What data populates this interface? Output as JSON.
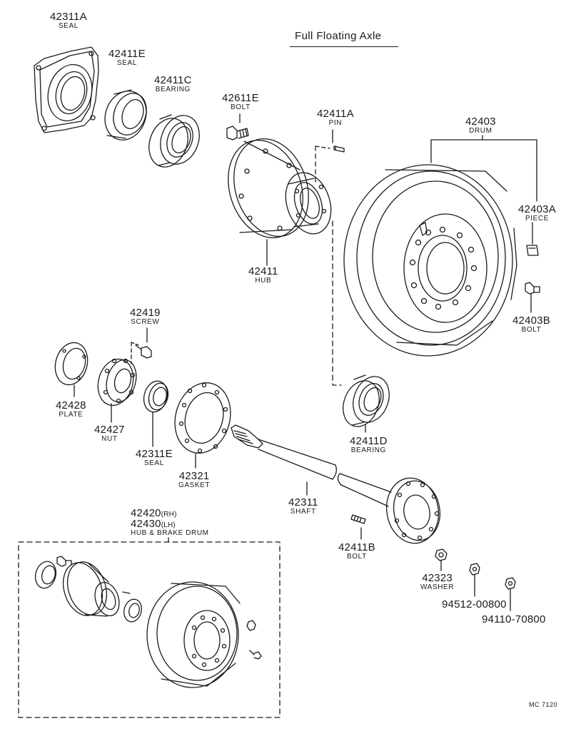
{
  "title": "Full Floating Axle",
  "code": "MC 7120",
  "parts": {
    "p42311A": {
      "num": "42311A",
      "name": "SEAL"
    },
    "p42411E": {
      "num": "42411E",
      "name": "SEAL"
    },
    "p42411C": {
      "num": "42411C",
      "name": "BEARING"
    },
    "p42611E": {
      "num": "42611E",
      "name": "BOLT"
    },
    "p42411A": {
      "num": "42411A",
      "name": "PIN"
    },
    "p42403": {
      "num": "42403",
      "name": "DRUM"
    },
    "p42403A": {
      "num": "42403A",
      "name": "PIECE"
    },
    "p42411": {
      "num": "42411",
      "name": "HUB"
    },
    "p42403B": {
      "num": "42403B",
      "name": "BOLT"
    },
    "p42419": {
      "num": "42419",
      "name": "SCREW"
    },
    "p42428": {
      "num": "42428",
      "name": "PLATE"
    },
    "p42427": {
      "num": "42427",
      "name": "NUT"
    },
    "p42311E": {
      "num": "42311E",
      "name": "SEAL"
    },
    "p42321": {
      "num": "42321",
      "name": "GASKET"
    },
    "p42411D": {
      "num": "42411D",
      "name": "BEARING"
    },
    "p42311": {
      "num": "42311",
      "name": "SHAFT"
    },
    "p42411B": {
      "num": "42411B",
      "name": "BOLT"
    },
    "p42323": {
      "num": "42323",
      "name": "WASHER"
    },
    "p94512": {
      "num": "94512-00800"
    },
    "p94110": {
      "num": "94110-70800"
    },
    "assembly": {
      "num_rh": "42420",
      "tag_rh": "(RH)",
      "num_lh": "42430",
      "tag_lh": "(LH)",
      "name": "HUB & BRAKE DRUM"
    }
  }
}
